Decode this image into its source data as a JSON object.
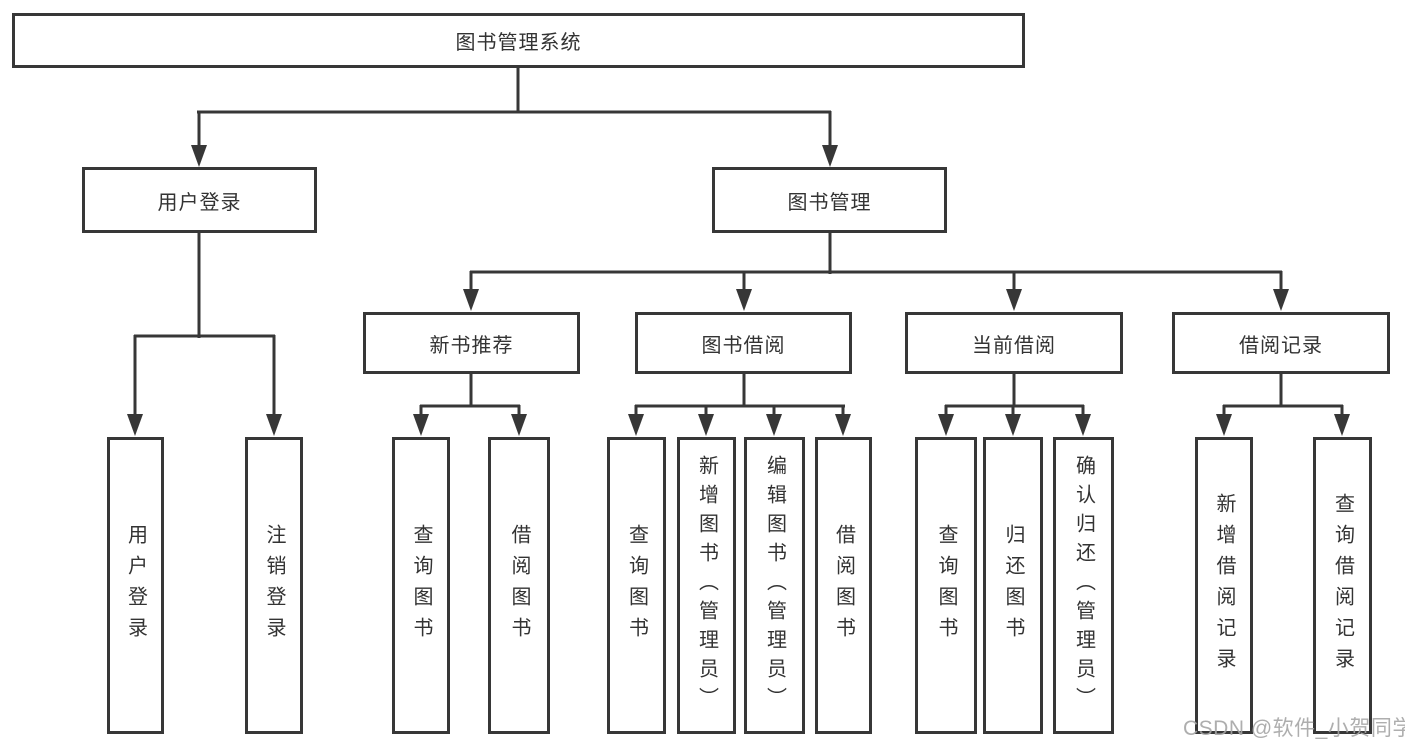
{
  "diagram_title": "图书管理系统",
  "nodes": {
    "root": "图书管理系统",
    "user_login": "用户登录",
    "book_mgmt": "图书管理",
    "new_book_rec": "新书推荐",
    "book_borrow": "图书借阅",
    "current_borrow": "当前借阅",
    "borrow_records": "借阅记录",
    "leaf_user_login": "用户登录",
    "leaf_logout": "注销登录",
    "leaf_nb_query": "查询图书",
    "leaf_nb_borrow": "借阅图书",
    "leaf_bb_query": "查询图书",
    "leaf_bb_add": "新增图书（管理员）",
    "leaf_bb_edit": "编辑图书（管理员）",
    "leaf_bb_borrow": "借阅图书",
    "leaf_cb_query": "查询图书",
    "leaf_cb_return": "归还图书",
    "leaf_cb_confirm": "确认归还（管理员）",
    "leaf_br_add": "新增借阅记录",
    "leaf_br_query": "查询借阅记录"
  },
  "watermark": "CSDN @软件_小贺同学",
  "colors": {
    "line": "#373737",
    "text": "#333333",
    "watermark": "#a5a5a5",
    "background": "#ffffff"
  }
}
